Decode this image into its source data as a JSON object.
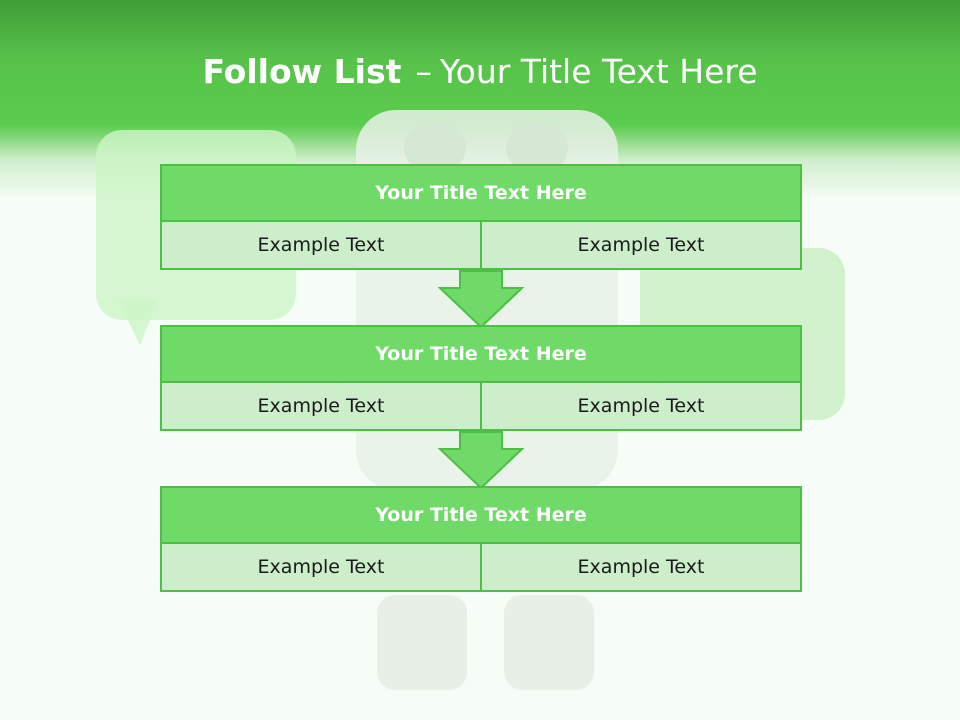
{
  "slide": {
    "title_bold": "Follow List",
    "title_dash": "–",
    "title_rest": "Your Title Text Here"
  },
  "steps": [
    {
      "title": "Your Title Text Here",
      "left": "Example Text",
      "right": "Example Text"
    },
    {
      "title": "Your Title Text Here",
      "left": "Example Text",
      "right": "Example Text"
    },
    {
      "title": "Your Title Text Here",
      "left": "Example Text",
      "right": "Example Text"
    }
  ],
  "colors": {
    "header_green": "#5bcc4d",
    "title_fill": "#6fda67",
    "cell_fill": "#cceecb",
    "border": "#4cbf44"
  }
}
